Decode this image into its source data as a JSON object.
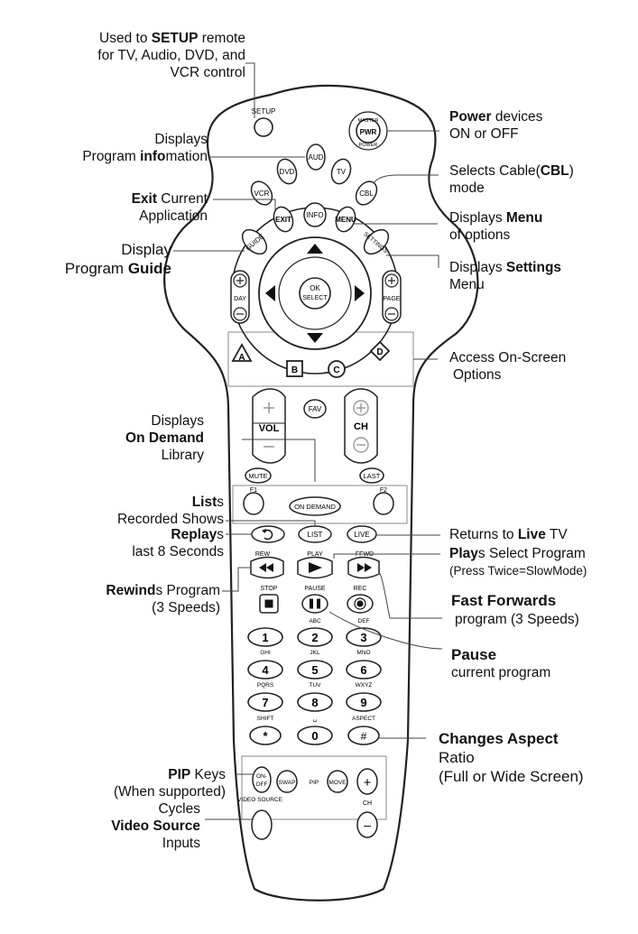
{
  "callouts": {
    "setup": {
      "l1": "Used to ",
      "b1": "SETUP",
      "l1b": " remote",
      "l2": "for TV, Audio, DVD, and",
      "l3": "VCR control"
    },
    "info": {
      "l1": "Displays",
      "l2a": "Program ",
      "b2": "info",
      "l2b": "mation"
    },
    "exit": {
      "b1": "Exit",
      "l1": " Current",
      "l2": "Application"
    },
    "guide": {
      "l1": "Display",
      "l2a": "Program ",
      "b2": "Guide"
    },
    "power": {
      "b1": "Power",
      "l1": " devices",
      "l2": "ON or OFF"
    },
    "cbl": {
      "l1": "Selects Cable(",
      "b1": "CBL",
      "l1b": ")",
      "l2": "mode"
    },
    "menu": {
      "l1": "Displays ",
      "b1": "Menu",
      "l2": "of options"
    },
    "settings": {
      "l1": "Displays ",
      "b1": "Settings",
      "l2": "Menu"
    },
    "onscreen": {
      "l1": "Access On-Screen",
      "l2": "Options"
    },
    "ondemand": {
      "l1": "Displays",
      "b2": "On Demand",
      "l3": "Library"
    },
    "lists": {
      "b1": "List",
      "l1": "s",
      "l2": "Recorded Shows"
    },
    "replay": {
      "b1": "Replay",
      "l1": "s",
      "l2": "last 8 Seconds"
    },
    "live": {
      "l1": "Returns to ",
      "b1": "Live",
      "l1b": " TV"
    },
    "play": {
      "b1": "Play",
      "l1": "s Select Program",
      "l2": "(Press Twice=SlowMode)"
    },
    "rewind": {
      "b1": "Rewind",
      "l1": "s Program",
      "l2": "(3 Speeds)"
    },
    "ffwd": {
      "b1": "Fast Forwards",
      "l2": "program  (3 Speeds)"
    },
    "pause": {
      "b1": "Pause",
      "l2": "current program"
    },
    "aspect": {
      "b1": "Changes Aspect",
      "l2": "Ratio",
      "l3": "(Full or Wide Screen)"
    },
    "pip": {
      "b1": "PIP",
      "l1": " Keys",
      "l2": "(When supported)"
    },
    "videosource": {
      "l1": "Cycles",
      "b2": "Video Source",
      "l3": "Inputs"
    }
  },
  "buttons": {
    "setup": "SETUP",
    "master": "MASTER",
    "pwr": "PWR",
    "power": "POWER",
    "aud": "AUD",
    "dvd": "DVD",
    "tv": "TV",
    "vcr": "VCR",
    "cbl": "CBL",
    "exit": "EXIT",
    "info": "INFO",
    "menu": "MENU",
    "guide": "GUIDE",
    "settings": "SETTINGS",
    "ok": "OK",
    "select": "SELECT",
    "day": "DAY",
    "page": "PAGE",
    "a": "A",
    "b": "B",
    "c": "C",
    "d": "D",
    "vol": "VOL",
    "fav": "FAV",
    "ch": "CH",
    "mute": "MUTE",
    "last": "LAST",
    "f1": "F1",
    "f2": "F2",
    "ondemand": "ON DEMAND",
    "list": "LIST",
    "live": "LIVE",
    "rew": "REW",
    "play": "PLAY",
    "ffwd": "FFWD",
    "stop": "STOP",
    "pause": "PAUSE",
    "rec": "REC",
    "k1": "1",
    "k2": "2",
    "k3": "3",
    "k4": "4",
    "k5": "5",
    "k6": "6",
    "k7": "7",
    "k8": "8",
    "k9": "9",
    "k0": "0",
    "abc": "ABC",
    "def": "DEF",
    "ghi": "GHI",
    "jkl": "JKL",
    "mno": "MNO",
    "pqrs": "PQRS",
    "tuv": "TUV",
    "wxyz": "WXYZ",
    "shift": "SHIFT",
    "star": "*",
    "space": "␣",
    "aspect": "ASPECT",
    "hash": "#",
    "on": "ON-",
    "off": "OFF",
    "swap": "SWAP",
    "pip": "PIP",
    "move": "MOVE",
    "ch2": "CH",
    "plus": "+",
    "minus": "–",
    "videosource": "VIDEO SOURCE"
  }
}
